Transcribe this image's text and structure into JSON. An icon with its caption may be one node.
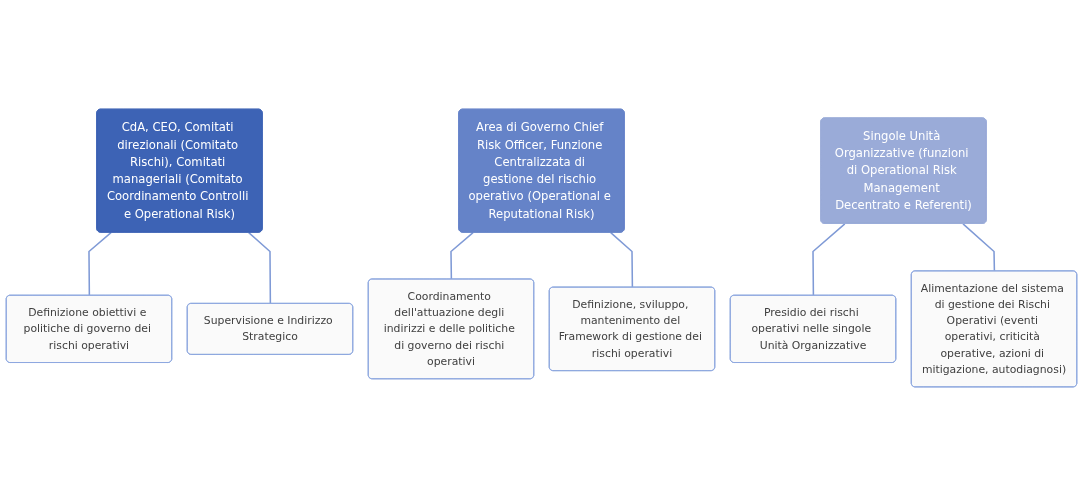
{
  "diagram": {
    "nodes": [
      {
        "text": [
          "CdA, CEO, Comitati direzionali (Comitato Rischi), Comitati manageriali (Comitato Coordinamento Controlli e Operational Risk)"
        ]
      },
      {
        "text": [
          "Definizione obiettivi e politiche di governo dei rischi operativi"
        ]
      },
      {
        "text": [
          "Supervisione e Indirizzo Strategico"
        ]
      },
      {
        "text": [
          "Area di Governo Chief Risk Officer, Funzione Centralizzata di gestione del rischio operativo (Operational e Reputational Risk)"
        ]
      },
      {
        "text": [
          "Coordinamento dell'attuazione degli indirizzi e delle politiche di governo dei rischi operativi"
        ]
      },
      {
        "text": [
          "Definizione, sviluppo, mantenimento del Framework di gestione dei rischi operativi"
        ]
      },
      {
        "text": [
          "Singole Unità Organizzative (funzioni di Operational Risk Management Decentrato e Referenti)"
        ]
      },
      {
        "text": [
          "Presidio dei rischi operativi nelle singole Unità Organizzative"
        ]
      },
      {
        "text": [
          "Alimentazione del sistema di gestione dei Rischi Operativi (eventi operativi, criticità operative, azioni di mitigazione, autodiagnosi)"
        ]
      }
    ],
    "edges": [
      {
        "from": 0,
        "to": 1,
        "arrow": "none"
      },
      {
        "from": 0,
        "to": 2,
        "arrow": "none"
      },
      {
        "from": 3,
        "to": 4,
        "arrow": "none"
      },
      {
        "from": 3,
        "to": 5,
        "arrow": "none"
      },
      {
        "from": 6,
        "to": 7,
        "arrow": "none"
      },
      {
        "from": 6,
        "to": 8,
        "arrow": "none"
      }
    ]
  }
}
